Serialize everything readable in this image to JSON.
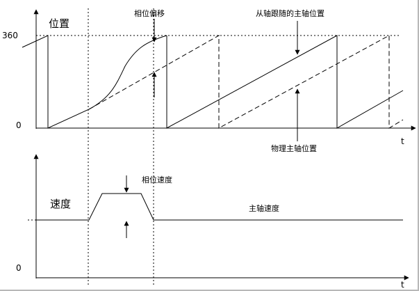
{
  "top_plot": {
    "y_title": "位置",
    "y_tick_max": "360",
    "y_tick_zero": "0",
    "x_axis_label": "t",
    "annotations": {
      "phase_offset": "相位偏移",
      "follower_position": "从轴跟随的主轴位置",
      "physical_master_position": "物理主轴位置"
    }
  },
  "bottom_plot": {
    "y_title": "速度",
    "y_tick_zero": "0",
    "x_axis_label": "t",
    "annotations": {
      "phase_velocity": "相位速度",
      "master_velocity": "主轴速度"
    }
  },
  "colors": {
    "line": "#000000",
    "frame": "#b8b8b8"
  }
}
